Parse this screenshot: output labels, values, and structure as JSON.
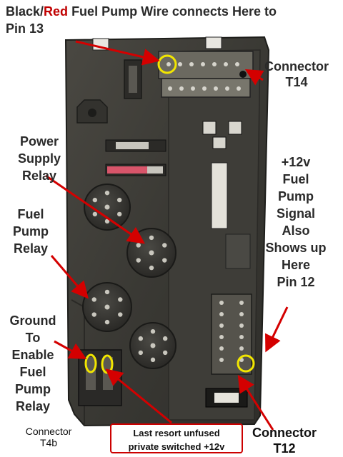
{
  "annotations": {
    "title_part1": "Black/",
    "title_red": "Red",
    "title_part2": " Fuel Pump Wire connects Here to",
    "title_line2": "Pin 13",
    "connector_t14": "Connector\nT14",
    "power_supply_relay": "Power\nSupply\nRelay",
    "fuel_pump_relay": "Fuel\nPump\nRelay",
    "fuel_pump_signal": "+12v\nFuel\nPump\nSignal\nAlso\nShows up\nHere\nPin 12",
    "ground_enable": "Ground\nTo\nEnable\nFuel\nPump\nRelay",
    "connector_t4b": "Connector\nT4b",
    "last_resort": "Last resort unfused\nprivate switched +12v",
    "connector_t12": "Connector\nT12"
  },
  "colors": {
    "title_accent": "#c00000",
    "arrow": "#d40000",
    "highlight_circle": "#f2e600",
    "board": "#3b3a35"
  }
}
